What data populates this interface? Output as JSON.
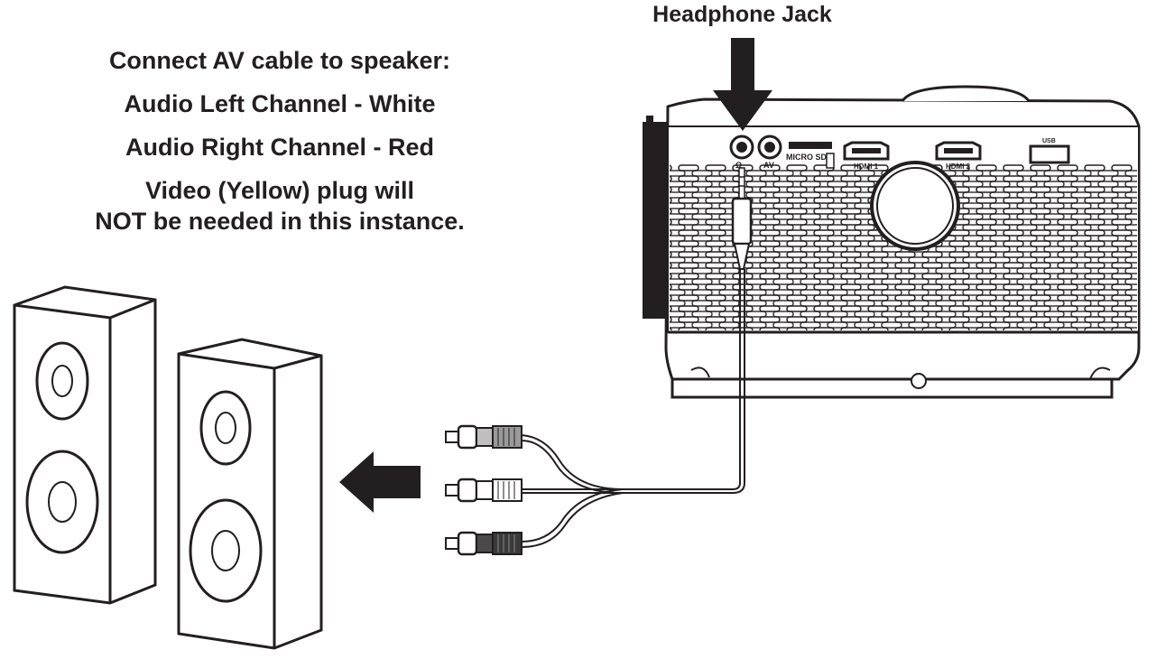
{
  "diagram": {
    "instruction_lines": [
      "Connect AV cable to speaker:",
      "Audio Left Channel - White",
      "Audio Right Channel - Red",
      "Video (Yellow) plug will",
      "NOT be needed in this instance."
    ],
    "callout_label": "Headphone Jack",
    "port_labels": {
      "av": "AV",
      "micro_sd": "MICRO SD",
      "hdmi1": "HDMI 1",
      "hdmi2": "HDMI 2",
      "usb": "USB"
    }
  }
}
